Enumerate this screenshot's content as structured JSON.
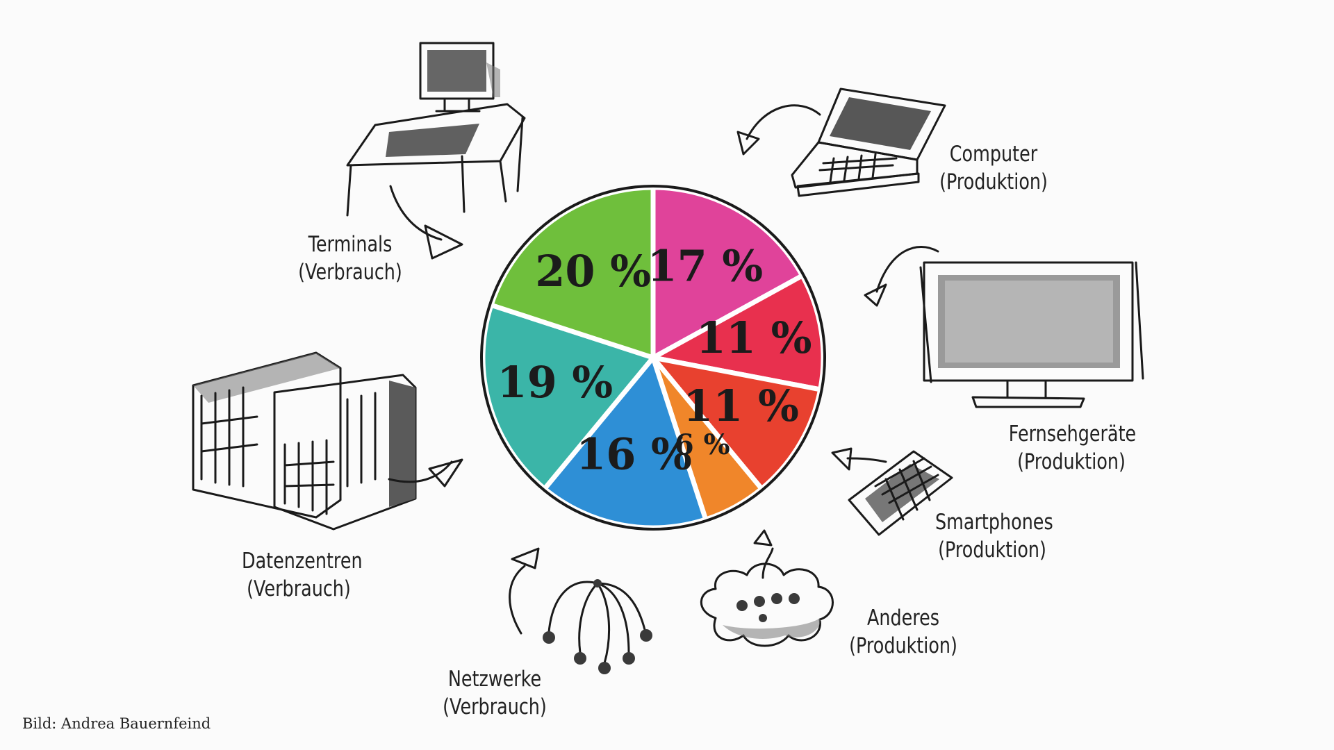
{
  "chart_data": {
    "type": "pie",
    "title": "",
    "slices": [
      {
        "label": "Computer (Produktion)",
        "value": 17,
        "display": "17 %",
        "color": "#e0439a",
        "icon": "laptop-icon"
      },
      {
        "label": "Fernsehgeräte (Produktion)",
        "value": 11,
        "display": "11 %",
        "color": "#e8304e",
        "icon": "tv-icon"
      },
      {
        "label": "Smartphones (Produktion)",
        "value": 11,
        "display": "11 %",
        "color": "#e8412f",
        "icon": "smartphone-icon"
      },
      {
        "label": "Anderes (Produktion)",
        "value": 6,
        "display": "6 %",
        "color": "#f0862a",
        "icon": "cloud-icon"
      },
      {
        "label": "Netzwerke (Verbrauch)",
        "value": 16,
        "display": "16 %",
        "color": "#2e8fd6",
        "icon": "network-icon"
      },
      {
        "label": "Datenzentren (Verbrauch)",
        "value": 19,
        "display": "19 %",
        "color": "#3bb5a8",
        "icon": "server-icon"
      },
      {
        "label": "Terminals (Verbrauch)",
        "value": 20,
        "display": "20 %",
        "color": "#6fbf3c",
        "icon": "desktop-computer-icon"
      }
    ]
  },
  "labels": {
    "computer": {
      "line1": "Computer",
      "line2": "(Produktion)"
    },
    "fernseh": {
      "line1": "Fernsehgeräte",
      "line2": "(Produktion)"
    },
    "smartphones": {
      "line1": "Smartphones",
      "line2": "(Produktion)"
    },
    "anderes": {
      "line1": "Anderes",
      "line2": "(Produktion)"
    },
    "netzwerke": {
      "line1": "Netzwerke",
      "line2": "(Verbrauch)"
    },
    "datenzentren": {
      "line1": "Datenzentren",
      "line2": "(Verbrauch)"
    },
    "terminals": {
      "line1": "Terminals",
      "line2": "(Verbrauch)"
    }
  },
  "credit": "Bild: Andrea Bauernfeind"
}
